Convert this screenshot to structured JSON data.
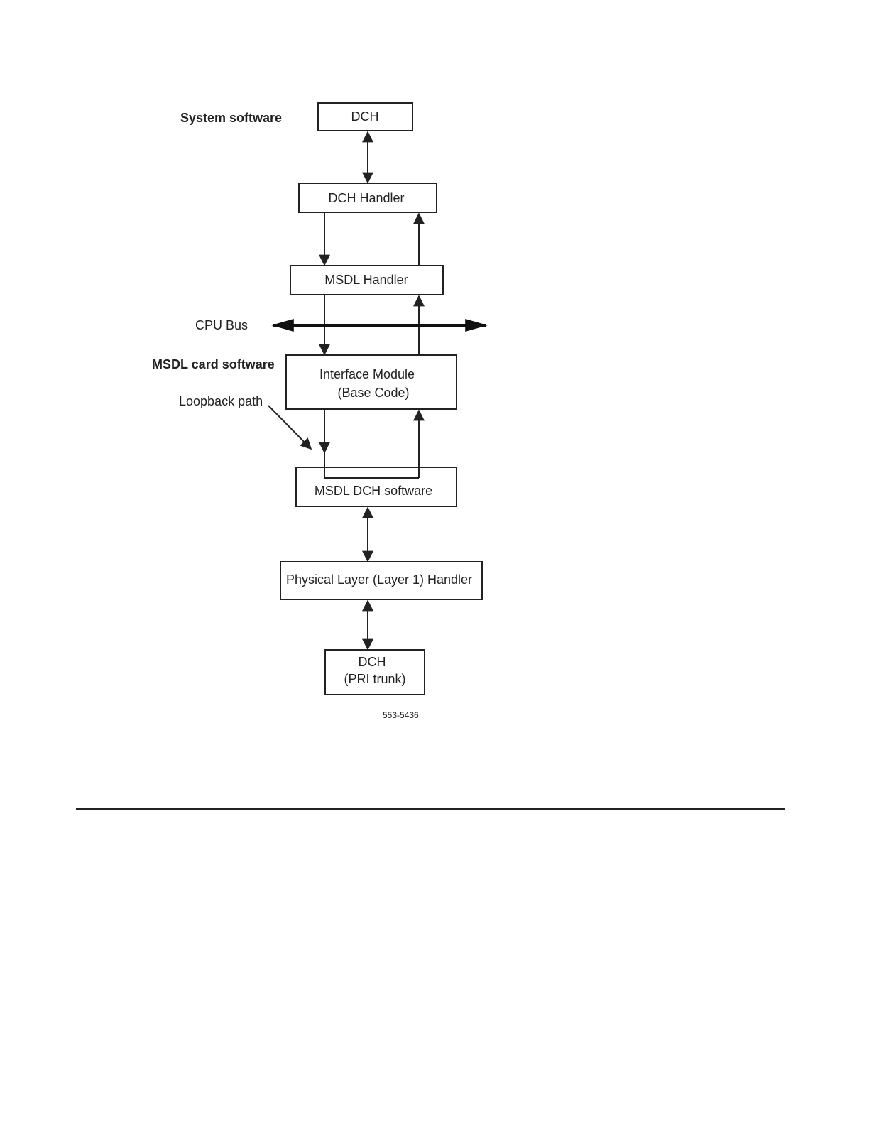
{
  "labels": {
    "system_software": "System software",
    "cpu_bus": "CPU Bus",
    "msdl_card_software": "MSDL card software",
    "loopback_path": "Loopback path"
  },
  "boxes": {
    "dch": [
      "DCH"
    ],
    "dch_handler": [
      "DCH Handler"
    ],
    "msdl_handler": [
      "MSDL Handler"
    ],
    "interface_module": [
      "Interface Module",
      "(Base Code)"
    ],
    "msdl_dch_software": [
      "MSDL DCH software"
    ],
    "physical_layer": [
      "Physical Layer (Layer 1) Handler"
    ],
    "dch_pri": [
      "DCH",
      "(PRI trunk)"
    ]
  },
  "figure_id": "553-5436",
  "footer": {
    "link_text": ""
  }
}
